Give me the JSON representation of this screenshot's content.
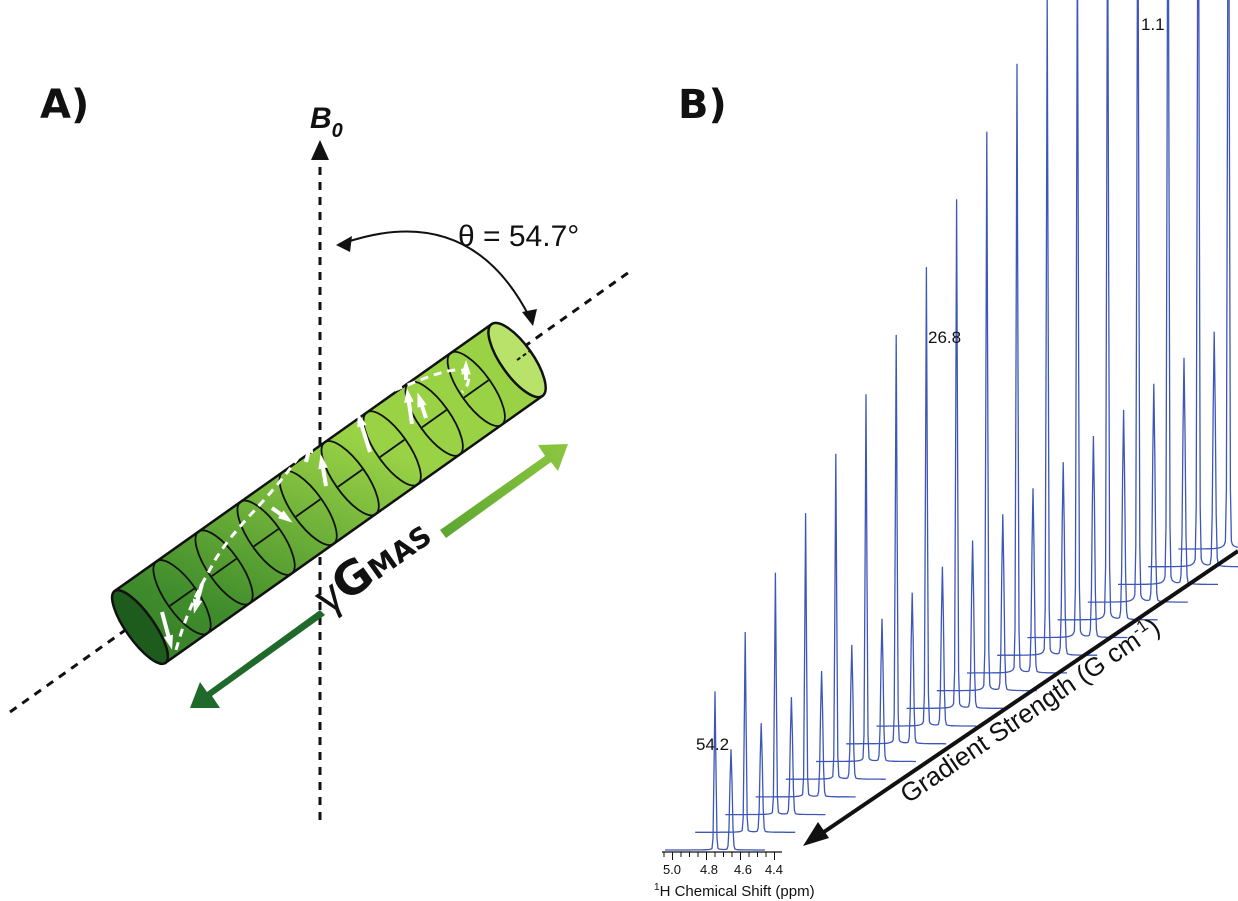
{
  "panel_a": {
    "label": "A)",
    "field_symbol": "B",
    "field_subscript": "0",
    "angle_text": "θ = 54.7°",
    "gradient_symbol": "γ",
    "gradient_main": "G",
    "gradient_sub": "MAS",
    "colors": {
      "rotor_dark": "#1e5c1e",
      "rotor_light": "#8fce3c",
      "arrow_dark": "#1f6a2a",
      "arrow_light": "#8cc63f"
    }
  },
  "panel_b": {
    "label": "B)",
    "gradient_axis_label": "Gradient Strength (G cm-1)",
    "gradient_axis_label_main": "Gradient Strength (G cm",
    "gradient_axis_label_exp": "-1",
    "gradient_axis_label_close": ")",
    "shift_axis_label_sup": "1",
    "shift_axis_label": "H Chemical Shift (ppm)",
    "ticks": [
      "5.0",
      "4.8",
      "4.6",
      "4.4"
    ],
    "peak_labels": [
      "54.2",
      "26.8",
      "1.1"
    ],
    "colors": {
      "spectrum": "#3d57b8"
    }
  },
  "chart_data": {
    "type": "line",
    "xlabel": "1H Chemical Shift (ppm)",
    "zlabel": "Gradient Strength (G cm-1)",
    "x_ticks": [
      5.0,
      4.8,
      4.6,
      4.4
    ],
    "labeled_gradients": [
      54.2,
      26.8,
      1.1
    ],
    "main_peak_relative_height": [
      0.19,
      0.24,
      0.29,
      0.34,
      0.39,
      0.44,
      0.49,
      0.55,
      0.61,
      0.67,
      0.73,
      0.79,
      0.85,
      0.9,
      0.94,
      0.98,
      1.0,
      1.0
    ],
    "secondary_peak_relative_height": [
      0.12,
      0.13,
      0.14,
      0.15,
      0.16,
      0.17,
      0.18,
      0.19,
      0.2,
      0.21,
      0.22,
      0.23,
      0.24,
      0.25,
      0.26,
      0.27,
      0.28,
      0.29
    ]
  }
}
